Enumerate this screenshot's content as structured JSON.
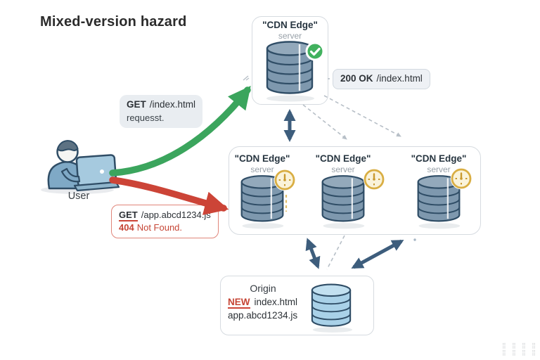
{
  "title": "Mixed-version hazard",
  "colors": {
    "green": "#3ba55d",
    "red": "#cc4437",
    "red_text": "#c64535",
    "navy": "#3d5d7c",
    "outline": "#2f4d66",
    "slate": "#7e98ae",
    "slate_top": "#93a9bb",
    "blue_light": "#a9d1e8",
    "blue_light_top": "#c2e0f0",
    "gold": "#d9ae43",
    "gold_fill": "#faf3da",
    "gold_hand": "#c9992e",
    "dash_gray": "#b7bfc7",
    "box_border": "#d6dbe0",
    "chip_bg": "#e9edf1",
    "text_dark": "#2c3136",
    "text_gray": "#97a0a8"
  },
  "user": {
    "label": "User"
  },
  "chips": {
    "request_ok": {
      "method": "GET",
      "path": "/index.html",
      "note": "requesst."
    },
    "response_ok": {
      "status": "200 OK",
      "path": "/index.html"
    },
    "request_fail": {
      "method": "GET",
      "path": "/app.abcd1234.js",
      "status": "404",
      "status_text": "Not Found."
    }
  },
  "edge_top": {
    "name": "\"CDN Edge\"",
    "role": "server"
  },
  "edges": [
    {
      "name": "\"CDN Edge\"",
      "role": "server"
    },
    {
      "name": "\"CDN Edge\"",
      "role": "server"
    },
    {
      "name": "\"CDN Edge\"",
      "role": "server"
    }
  ],
  "origin": {
    "title": "Origin",
    "tag": "NEW",
    "file_new": "index.html",
    "file_hashed": "app.abcd1234.js"
  },
  "watermark": {
    "rows": [
      "⣿ ⣿ ⣿ ⣿",
      "⣿ ⣿ ⣿ ⣿"
    ]
  }
}
